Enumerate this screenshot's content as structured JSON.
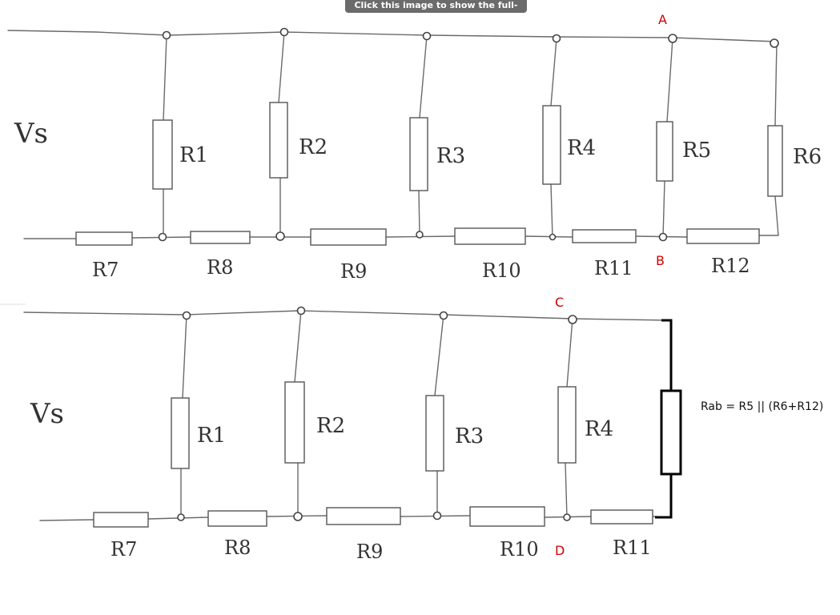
{
  "tooltip": "Click this image to show the full-size version.",
  "top_circuit": {
    "source_label": "Vs",
    "shunt_labels": [
      "R1",
      "R2",
      "R3",
      "R4",
      "R5",
      "R6"
    ],
    "series_labels": [
      "R7",
      "R8",
      "R9",
      "R10",
      "R11",
      "R12"
    ],
    "node_labels": {
      "a": "A",
      "b": "B"
    }
  },
  "bottom_circuit": {
    "source_label": "Vs",
    "shunt_labels": [
      "R1",
      "R2",
      "R3",
      "R4"
    ],
    "series_labels": [
      "R7",
      "R8",
      "R9",
      "R10",
      "R11"
    ],
    "node_labels": {
      "c": "C",
      "d": "D"
    },
    "formula": "Rab = R5 || (R6+R12)"
  },
  "colors": {
    "annotation": "#d40000",
    "sketch": "#555555",
    "ink": "#000000"
  }
}
